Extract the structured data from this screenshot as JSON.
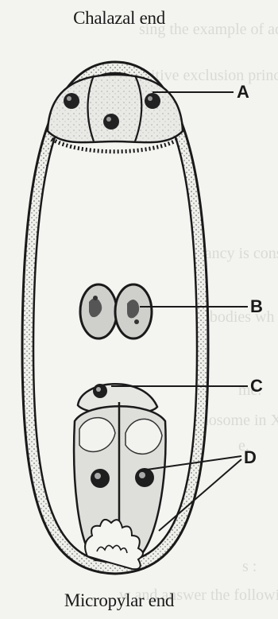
{
  "diagram": {
    "top_caption": "Chalazal end",
    "bottom_caption": "Micropylar end",
    "labels": [
      "A",
      "B",
      "C",
      "D"
    ]
  },
  "background_bleed": [
    "sing the example of adeno",
    "itive exclusion principle.",
    "l of pregnancy is conside",
    "and antibodies wh",
    "me.",
    "y of chromosome in XX",
    "e.",
    "s :",
    "w and answer the following"
  ],
  "colors": {
    "ink": "#1a1a1a",
    "paper": "#f3f3ef",
    "cell_fill": "#e4e4e2"
  }
}
